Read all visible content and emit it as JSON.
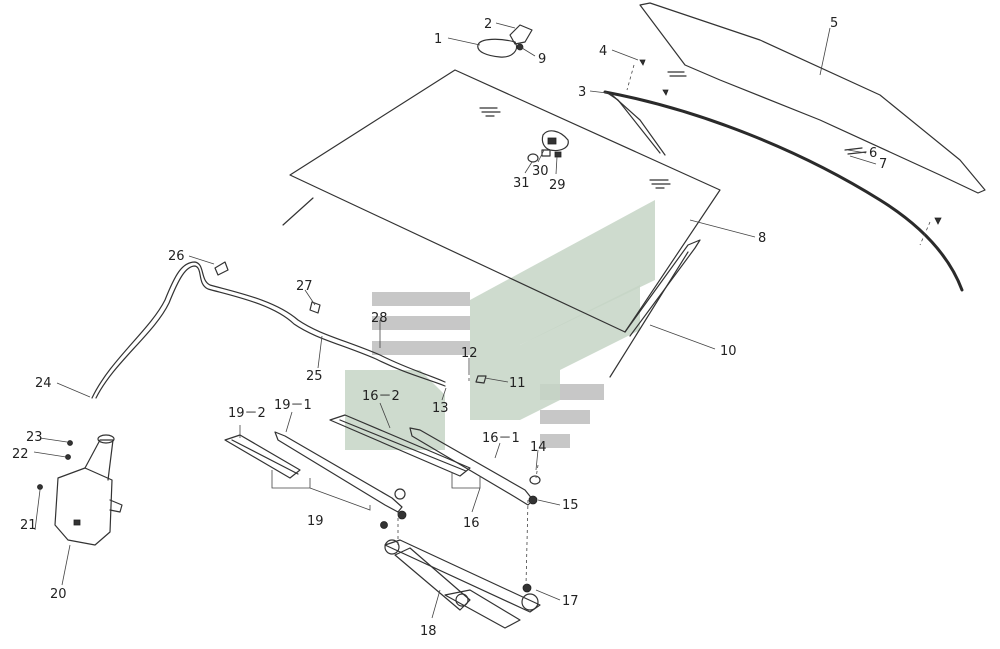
{
  "diagram": {
    "watermark_colors": {
      "gray": "#bdbdbd",
      "green": "#c5d5c5"
    },
    "labels": [
      {
        "id": "1",
        "text": "1"
      },
      {
        "id": "2",
        "text": "2"
      },
      {
        "id": "9",
        "text": "9"
      },
      {
        "id": "4",
        "text": "4"
      },
      {
        "id": "5",
        "text": "5"
      },
      {
        "id": "3",
        "text": "3"
      },
      {
        "id": "6",
        "text": "6"
      },
      {
        "id": "7",
        "text": "7"
      },
      {
        "id": "8",
        "text": "8"
      },
      {
        "id": "31",
        "text": "31"
      },
      {
        "id": "30",
        "text": "30"
      },
      {
        "id": "29",
        "text": "29"
      },
      {
        "id": "26",
        "text": "26"
      },
      {
        "id": "27",
        "text": "27"
      },
      {
        "id": "28",
        "text": "28"
      },
      {
        "id": "25",
        "text": "25"
      },
      {
        "id": "10",
        "text": "10"
      },
      {
        "id": "12",
        "text": "12"
      },
      {
        "id": "11",
        "text": "11"
      },
      {
        "id": "13",
        "text": "13"
      },
      {
        "id": "24",
        "text": "24"
      },
      {
        "id": "19-2",
        "text": "19－2"
      },
      {
        "id": "19-1",
        "text": "19－1"
      },
      {
        "id": "16-2",
        "text": "16－2"
      },
      {
        "id": "16-1",
        "text": "16－1"
      },
      {
        "id": "14",
        "text": "14"
      },
      {
        "id": "15",
        "text": "15"
      },
      {
        "id": "23",
        "text": "23"
      },
      {
        "id": "22",
        "text": "22"
      },
      {
        "id": "21",
        "text": "21"
      },
      {
        "id": "19",
        "text": "19"
      },
      {
        "id": "16",
        "text": "16"
      },
      {
        "id": "17",
        "text": "17"
      },
      {
        "id": "20",
        "text": "20"
      },
      {
        "id": "18",
        "text": "18"
      }
    ]
  }
}
